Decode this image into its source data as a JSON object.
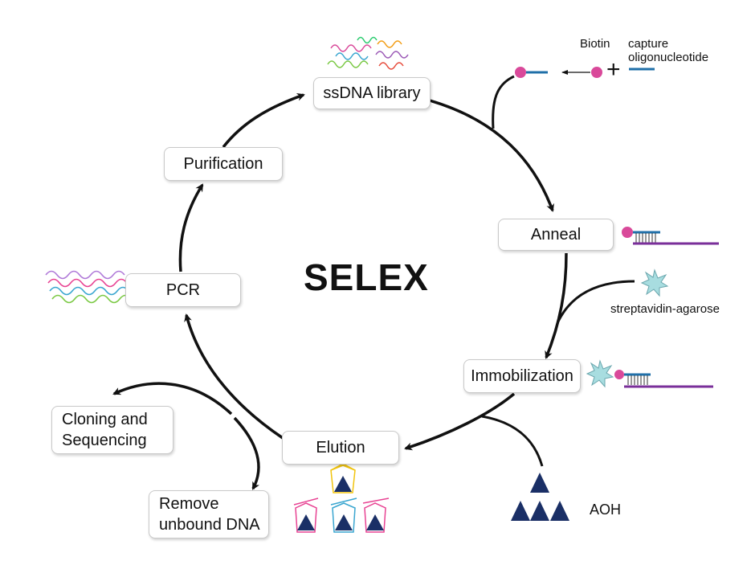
{
  "title": "SELEX",
  "steps": {
    "library": "ssDNA library",
    "anneal": "Anneal",
    "immobilization": "Immobilization",
    "elution": "Elution",
    "pcr": "PCR",
    "purification": "Purification",
    "cloning_line1": "Cloning and",
    "cloning_line2": "Sequencing",
    "remove_line1": "Remove",
    "remove_line2": "unbound DNA"
  },
  "labels": {
    "biotin": "Biotin",
    "capture_line1": "capture",
    "capture_line2": "oligonucleotide",
    "streptavidin": "streptavidin-agarose",
    "aoh": "AOH",
    "plus": "+"
  },
  "colors": {
    "biotin": "#d9499a",
    "capture": "#1f6fa8",
    "strand": "#7a2f9a",
    "bead": "#a8dde0",
    "target": "#1a2f66",
    "arrow": "#111111"
  }
}
